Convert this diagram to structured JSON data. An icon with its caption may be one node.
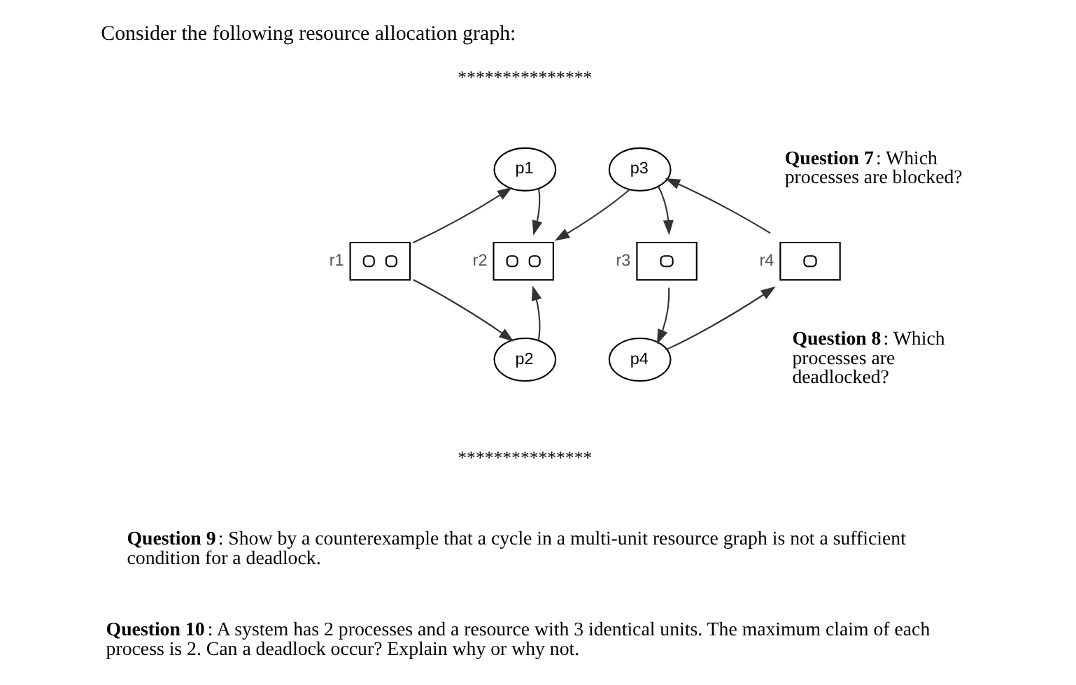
{
  "diagram": {
    "title": "Consider the following resource allocation graph:",
    "nodes": [
      {
        "text": [
          "p1"
        ]
      },
      {
        "text": [
          "p3"
        ]
      },
      {
        "text": [],
        "shape": "box",
        "beside": [
          "r1"
        ]
      },
      {
        "text": [],
        "shape": "box",
        "beside": [
          "r2"
        ]
      },
      {
        "text": [],
        "shape": "box",
        "beside": [
          "r3"
        ]
      },
      {
        "text": [],
        "shape": "box",
        "beside": [
          "r4"
        ]
      },
      {
        "text": [
          "p2"
        ]
      },
      {
        "text": [
          "p4"
        ]
      }
    ],
    "edges": [
      {
        "from": 2,
        "to": 0,
        "arrow": "to"
      },
      {
        "from": 0,
        "to": 3,
        "arrow": "to"
      },
      {
        "from": 2,
        "to": 6,
        "arrow": "to"
      },
      {
        "from": 6,
        "to": 3,
        "arrow": "to"
      },
      {
        "from": 1,
        "to": 3,
        "arrow": "to"
      },
      {
        "from": 1,
        "to": 4,
        "arrow": "to"
      },
      {
        "from": 4,
        "to": 7,
        "arrow": "to"
      },
      {
        "from": 7,
        "to": 5,
        "arrow": "to"
      },
      {
        "from": 5,
        "to": 1,
        "arrow": "to"
      }
    ],
    "labels": [
      "***************",
      "**Question 7**: Which processes are blocked?",
      "**Question 8**: Which processes are deadlocked?",
      "***************",
      "**Question 9**: Show by a counterexample that a cycle in a multi-unit resource graph is not a sufficient condition for a deadlock.",
      "**Question 10**: A system has 2 processes and a resource with 3 identical units. The maximum claim of each process is 2. Can a deadlock occur? Explain why or why not."
    ]
  }
}
